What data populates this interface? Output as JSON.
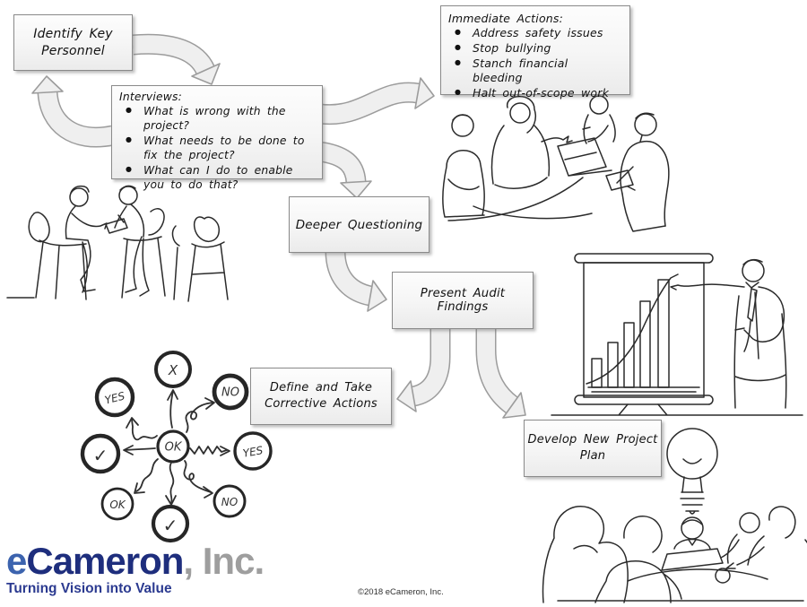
{
  "colors": {
    "background": "#ffffff",
    "box_fill": "#f5f5f5",
    "box_border": "#8a8a8a",
    "arrow_fill": "#efefef",
    "arrow_border": "#9c9c9c",
    "sketch_ink": "#2b2b2b",
    "logo_e": "#3c63ae",
    "logo_name": "#1e2e7d",
    "logo_suffix": "#9e9e9e",
    "tagline": "#2b3a90"
  },
  "boxes": {
    "identify": {
      "label": "Identify Key\nPersonnel"
    },
    "interviews": {
      "title": "Interviews:",
      "bullets": [
        "What is wrong with the project?",
        "What needs to be done to fix the project?",
        "What can I do to enable you to do that?"
      ]
    },
    "immediate": {
      "title": "Immediate Actions:",
      "bullets": [
        "Address safety issues",
        "Stop bullying",
        "Stanch financial bleeding",
        "Halt out-of-scope work"
      ]
    },
    "deeper": {
      "label": "Deeper Questioning"
    },
    "present": {
      "label": "Present Audit Findings"
    },
    "define": {
      "label": "Define and Take\nCorrective Actions"
    },
    "develop": {
      "label": "Develop New Project\nPlan"
    }
  },
  "doodle": {
    "center": "OK",
    "top": "X",
    "top_left": "YES",
    "top_right": "NO",
    "left": "✓",
    "right": "YES",
    "bottom_left": "OK",
    "bottom": "✓",
    "bottom_right": "NO"
  },
  "illustrations": {
    "interview_scene": "two-people-interview-sketch",
    "meeting_scene": "team-meeting-sketch",
    "presentation_scene": "presenter-with-bar-chart-sketch",
    "brainstorm_scene": "team-brainstorm-lightbulb-sketch"
  },
  "branding": {
    "logo_e": "e",
    "logo_name": "Cameron",
    "logo_suffix": ", Inc.",
    "tagline": "Turning Vision into Value",
    "copyright": "©2018 eCameron, Inc."
  }
}
